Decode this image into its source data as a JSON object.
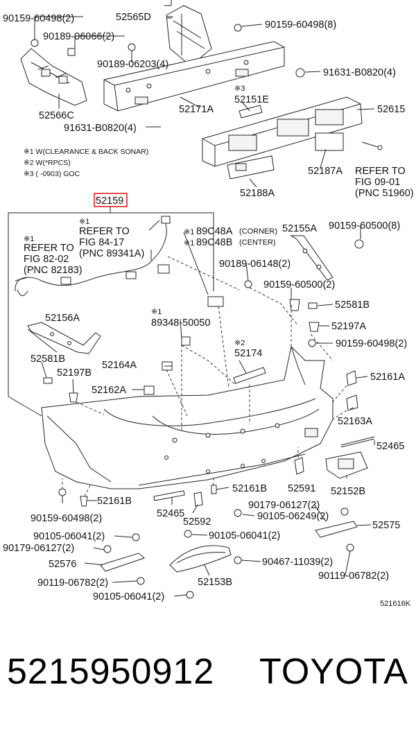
{
  "labels": {
    "l01": "90159-60498(2)",
    "l02": "52565D",
    "l03": "90159-60498(8)",
    "l04": "90189-06066(2)",
    "l05": "90189-06203(4)",
    "l06": "91631-B0820(4)",
    "l07": "52566C",
    "l08": "※3",
    "l09": "52151E",
    "l10": "52171A",
    "l11": "52615",
    "l12": "91631-B0820(4)",
    "l13": "52187A",
    "l14": "REFER TO",
    "l15": "FIG 09-01",
    "l16": "(PNC 51960)",
    "l17": "52188A",
    "l18": "52159",
    "l19": "※1",
    "l20": "REFER TO",
    "l21": "FIG 84-17",
    "l22": "(PNC 89341A)",
    "l23": "※1",
    "l24": "REFER TO",
    "l25": "FIG 82-02",
    "l26": "(PNC 82183)",
    "l27": "※1",
    "l28": "89C48A",
    "l29": "(CORNER)",
    "l30": "※1",
    "l31": "89C48B",
    "l32": "(CENTER)",
    "l33": "52155A",
    "l34": "90159-60500(8)",
    "l35": "90189-06148(2)",
    "l36": "90159-60500(2)",
    "l37": "52581B",
    "l38": "52197A",
    "l39": "90159-60498(2)",
    "l40": "52156A",
    "l41": "※1",
    "l42": "89348-50050",
    "l43": "52581B",
    "l44": "52197B",
    "l45": "52164A",
    "l46": "※2",
    "l47": "52174",
    "l48": "52161A",
    "l49": "52162A",
    "l50": "52163A",
    "l51": "52465",
    "l52": "52161B",
    "l53": "52591",
    "l54": "52152B",
    "l55": "52161B",
    "l56": "52465",
    "l57": "52592",
    "l58": "90179-06127(2)",
    "l59": "90105-06249(2)",
    "l60": "52575",
    "l61": "90159-60498(2)",
    "l62": "90105-06041(2)",
    "l63": "90105-06041(2)",
    "l64": "90179-06127(2)",
    "l65": "52576",
    "l66": "90467-11039(2)",
    "l67": "52153B",
    "l68": "90119-06782(2)",
    "l69": "90119-06782(2)",
    "l70": "90105-06041(2)",
    "l71": "521616K"
  },
  "notes": {
    "n1": "※1 W(CLEARANCE & BACK SONAR)",
    "n2": "※2 W(*RPCS)",
    "n3": "※3 (        -0903) GOC"
  },
  "footer": {
    "part_number": "5215950912",
    "brand": "TOYOTA"
  },
  "highlight_color": "#d11111"
}
